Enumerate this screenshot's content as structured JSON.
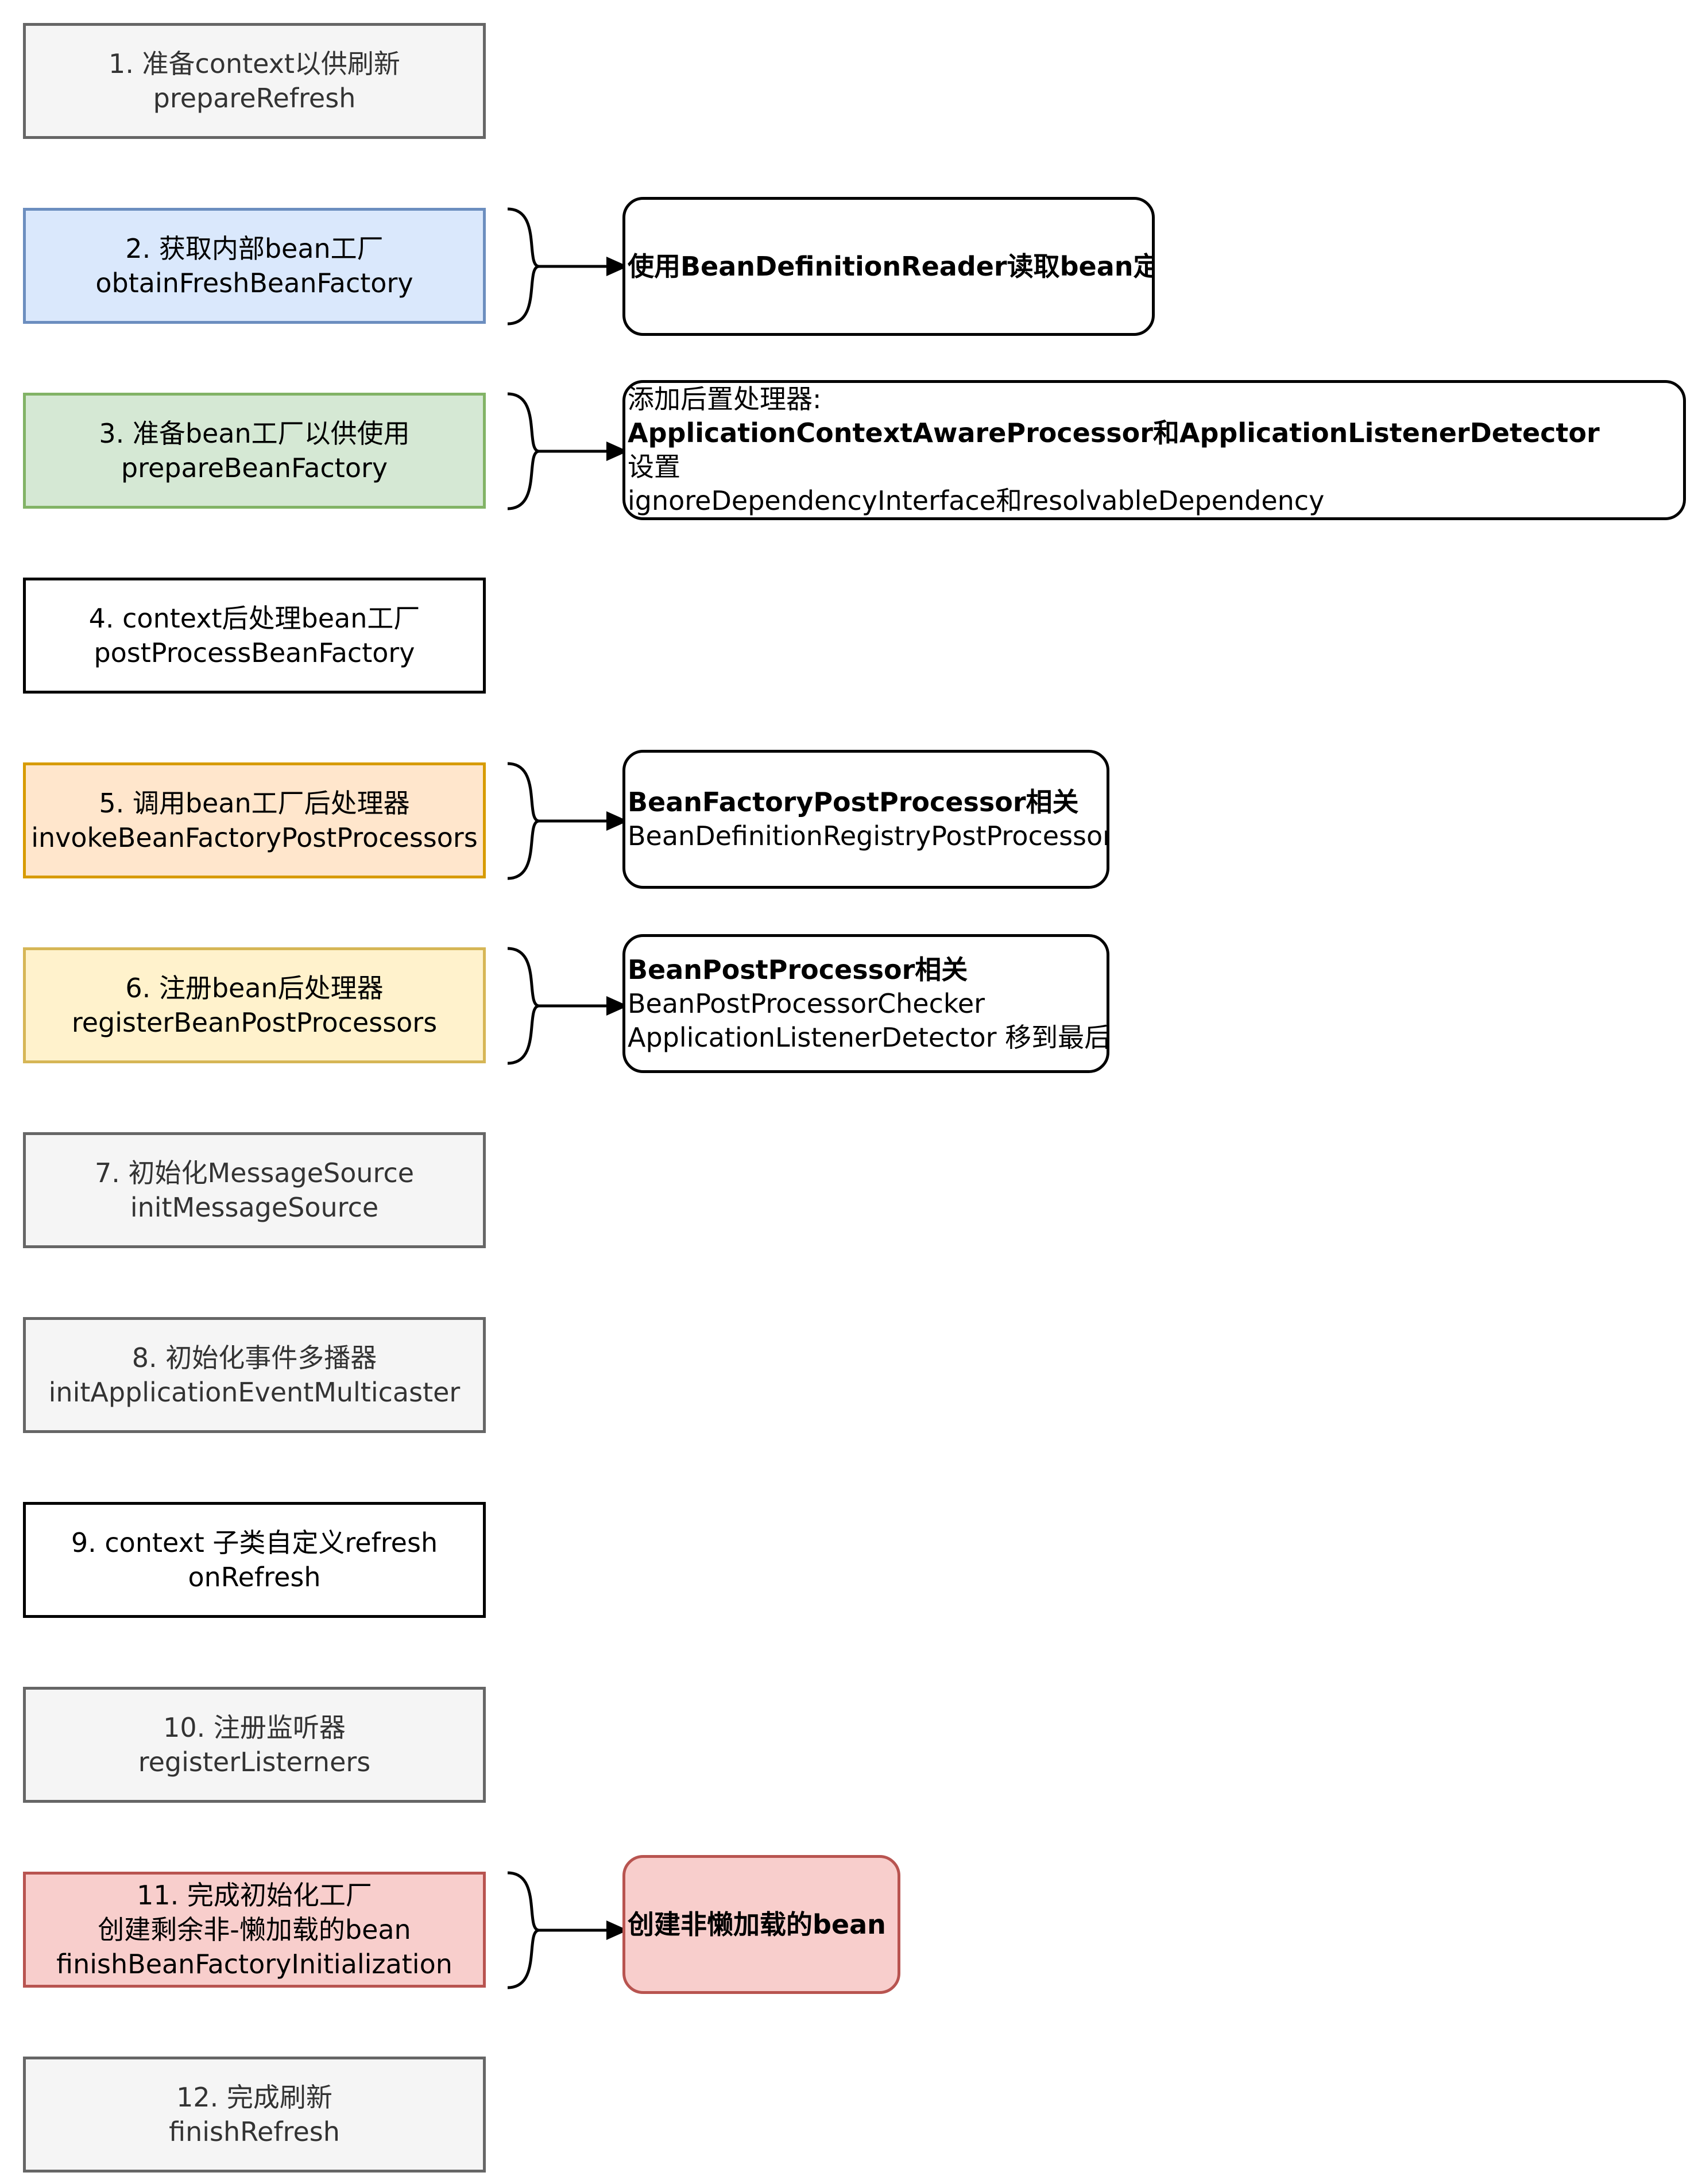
{
  "steps": [
    {
      "lines": [
        "1. 准备context以供刷新",
        "prepareRefresh"
      ],
      "fill": "#f5f5f5",
      "stroke": "#666666",
      "text": "#333333"
    },
    {
      "lines": [
        "2. 获取内部bean工厂",
        "obtainFreshBeanFactory"
      ],
      "fill": "#dae8fc",
      "stroke": "#6c8ebf",
      "text": "#000000"
    },
    {
      "lines": [
        "3. 准备bean工厂以供使用",
        "prepareBeanFactory"
      ],
      "fill": "#d5e8d4",
      "stroke": "#82b366",
      "text": "#000000"
    },
    {
      "lines": [
        "4. context后处理bean工厂",
        "postProcessBeanFactory"
      ],
      "fill": "#ffffff",
      "stroke": "#000000",
      "text": "#000000"
    },
    {
      "lines": [
        "5. 调用bean工厂后处理器",
        "invokeBeanFactoryPostProcessors"
      ],
      "fill": "#ffe6cc",
      "stroke": "#d79b00",
      "text": "#000000"
    },
    {
      "lines": [
        "6. 注册bean后处理器",
        "registerBeanPostProcessors"
      ],
      "fill": "#fff2cc",
      "stroke": "#d6b656",
      "text": "#000000"
    },
    {
      "lines": [
        "7. 初始化MessageSource",
        "initMessageSource"
      ],
      "fill": "#f5f5f5",
      "stroke": "#666666",
      "text": "#333333"
    },
    {
      "lines": [
        "8. 初始化事件多播器",
        "initApplicationEventMulticaster"
      ],
      "fill": "#f5f5f5",
      "stroke": "#666666",
      "text": "#333333"
    },
    {
      "lines": [
        "9. context 子类自定义refresh",
        "onRefresh"
      ],
      "fill": "#ffffff",
      "stroke": "#000000",
      "text": "#000000"
    },
    {
      "lines": [
        "10. 注册监听器",
        "registerListerners"
      ],
      "fill": "#f5f5f5",
      "stroke": "#666666",
      "text": "#333333"
    },
    {
      "lines": [
        "11. 完成初始化工厂",
        "创建剩余非-懒加载的bean",
        "finishBeanFactoryInitialization"
      ],
      "fill": "#f8cecc",
      "stroke": "#b85450",
      "text": "#000000"
    },
    {
      "lines": [
        "12. 完成刷新",
        "finishRefresh"
      ],
      "fill": "#f5f5f5",
      "stroke": "#666666",
      "text": "#333333"
    }
  ],
  "notes": [
    {
      "step": 2,
      "lines": [
        {
          "text": "使用BeanDefinitionReader读取bean定义",
          "bold": true
        }
      ],
      "fill": "#ffffff",
      "stroke": "#000000"
    },
    {
      "step": 3,
      "lines": [
        {
          "text": "添加后置处理器:",
          "bold": false
        },
        {
          "text": "ApplicationContextAwareProcessor和ApplicationListenerDetector",
          "bold": true
        },
        {
          "text": "设置",
          "bold": false
        },
        {
          "text": "ignoreDependencyInterface和resolvableDependency",
          "bold": false
        }
      ],
      "fill": "#ffffff",
      "stroke": "#000000"
    },
    {
      "step": 5,
      "lines": [
        {
          "text": "BeanFactoryPostProcessor相关",
          "bold": true
        },
        {
          "text": "BeanDefinitionRegistryPostProcessor",
          "bold": false
        }
      ],
      "fill": "#ffffff",
      "stroke": "#000000"
    },
    {
      "step": 6,
      "lines": [
        {
          "text": "BeanPostProcessor相关",
          "bold": true
        },
        {
          "text": "BeanPostProcessorChecker",
          "bold": false
        },
        {
          "text": "ApplicationListenerDetector 移到最后",
          "bold": false
        }
      ],
      "fill": "#ffffff",
      "stroke": "#000000"
    },
    {
      "step": 11,
      "lines": [
        {
          "text": "创建非懒加载的bean",
          "bold": true
        }
      ],
      "fill": "#f8cecc",
      "stroke": "#b85450"
    }
  ]
}
